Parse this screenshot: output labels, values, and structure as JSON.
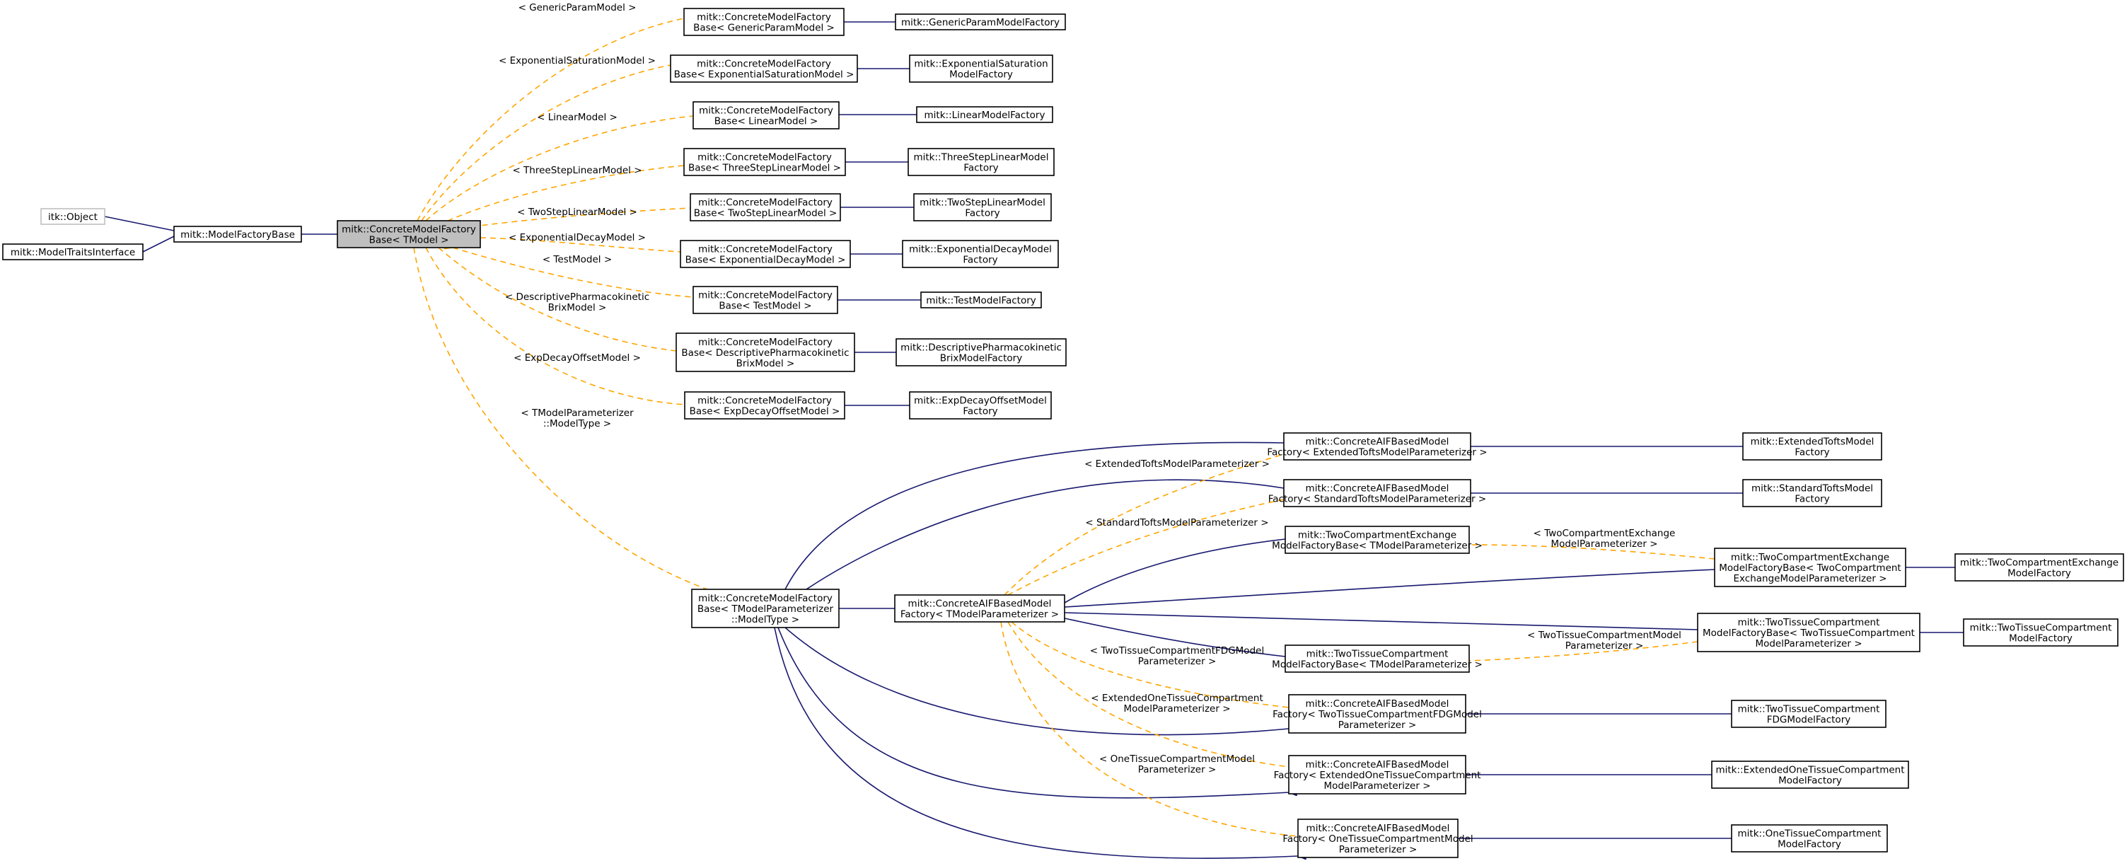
{
  "diagram": {
    "colors": {
      "inheritance": "#191970",
      "template": "#ffa500",
      "focus_fill": "#bfbfbf",
      "external_border": "#bfbfbf"
    },
    "nodes": [
      {
        "id": "itkobject",
        "lines": [
          "itk::Object"
        ],
        "style": "gray",
        "link": false
      },
      {
        "id": "traits",
        "lines": [
          "mitk::ModelTraitsInterface"
        ],
        "style": "normal",
        "link": true
      },
      {
        "id": "mfb",
        "lines": [
          "mitk::ModelFactoryBase"
        ],
        "style": "normal",
        "link": true
      },
      {
        "id": "cmfb",
        "lines": [
          "mitk::ConcreteModelFactory",
          "Base< TModel >"
        ],
        "style": "focus",
        "link": false
      },
      {
        "id": "g_c",
        "lines": [
          "mitk::ConcreteModelFactory",
          "Base< GenericParamModel >"
        ],
        "style": "normal",
        "link": true
      },
      {
        "id": "g_f",
        "lines": [
          "mitk::GenericParamModelFactory"
        ],
        "style": "normal",
        "link": true
      },
      {
        "id": "es_c",
        "lines": [
          "mitk::ConcreteModelFactory",
          "Base< ExponentialSaturationModel >"
        ],
        "style": "normal",
        "link": true
      },
      {
        "id": "es_f",
        "lines": [
          "mitk::ExponentialSaturation",
          "ModelFactory"
        ],
        "style": "normal",
        "link": true
      },
      {
        "id": "lin_c",
        "lines": [
          "mitk::ConcreteModelFactory",
          "Base< LinearModel >"
        ],
        "style": "normal",
        "link": true
      },
      {
        "id": "lin_f",
        "lines": [
          "mitk::LinearModelFactory"
        ],
        "style": "normal",
        "link": true
      },
      {
        "id": "tsl_c",
        "lines": [
          "mitk::ConcreteModelFactory",
          "Base< ThreeStepLinearModel >"
        ],
        "style": "normal",
        "link": true
      },
      {
        "id": "tsl_f",
        "lines": [
          "mitk::ThreeStepLinearModel",
          "Factory"
        ],
        "style": "normal",
        "link": true
      },
      {
        "id": "twsl_c",
        "lines": [
          "mitk::ConcreteModelFactory",
          "Base< TwoStepLinearModel >"
        ],
        "style": "normal",
        "link": true
      },
      {
        "id": "twsl_f",
        "lines": [
          "mitk::TwoStepLinearModel",
          "Factory"
        ],
        "style": "normal",
        "link": true
      },
      {
        "id": "ed_c",
        "lines": [
          "mitk::ConcreteModelFactory",
          "Base< ExponentialDecayModel >"
        ],
        "style": "normal",
        "link": true
      },
      {
        "id": "ed_f",
        "lines": [
          "mitk::ExponentialDecayModel",
          "Factory"
        ],
        "style": "normal",
        "link": true
      },
      {
        "id": "test_c",
        "lines": [
          "mitk::ConcreteModelFactory",
          "Base< TestModel >"
        ],
        "style": "normal",
        "link": true
      },
      {
        "id": "test_f",
        "lines": [
          "mitk::TestModelFactory"
        ],
        "style": "normal",
        "link": true
      },
      {
        "id": "dp_c",
        "lines": [
          "mitk::ConcreteModelFactory",
          "Base< DescriptivePharmacokinetic",
          "BrixModel >"
        ],
        "style": "normal",
        "link": true
      },
      {
        "id": "dp_f",
        "lines": [
          "mitk::DescriptivePharmacokinetic",
          "BrixModelFactory"
        ],
        "style": "normal",
        "link": true
      },
      {
        "id": "edo_c",
        "lines": [
          "mitk::ConcreteModelFactory",
          "Base< ExpDecayOffsetModel >"
        ],
        "style": "normal",
        "link": true
      },
      {
        "id": "edo_f",
        "lines": [
          "mitk::ExpDecayOffsetModel",
          "Factory"
        ],
        "style": "normal",
        "link": true
      },
      {
        "id": "tmp_c",
        "lines": [
          "mitk::ConcreteModelFactory",
          "Base< TModelParameterizer",
          "::ModelType >"
        ],
        "style": "normal",
        "link": true
      },
      {
        "id": "aif",
        "lines": [
          "mitk::ConcreteAIFBasedModel",
          "Factory< TModelParameterizer >"
        ],
        "style": "normal",
        "link": true
      },
      {
        "id": "ext_c",
        "lines": [
          "mitk::ConcreteAIFBasedModel",
          "Factory< ExtendedToftsModelParameterizer >"
        ],
        "style": "normal",
        "link": true
      },
      {
        "id": "ext_f",
        "lines": [
          "mitk::ExtendedToftsModel",
          "Factory"
        ],
        "style": "normal",
        "link": true
      },
      {
        "id": "std_c",
        "lines": [
          "mitk::ConcreteAIFBasedModel",
          "Factory< StandardToftsModelParameterizer >"
        ],
        "style": "normal",
        "link": true
      },
      {
        "id": "std_f",
        "lines": [
          "mitk::StandardToftsModel",
          "Factory"
        ],
        "style": "normal",
        "link": true
      },
      {
        "id": "tce_base",
        "lines": [
          "mitk::TwoCompartmentExchange",
          "ModelFactoryBase< TModelParameterizer >"
        ],
        "style": "normal",
        "link": true
      },
      {
        "id": "tce_c",
        "lines": [
          "mitk::TwoCompartmentExchange",
          "ModelFactoryBase< TwoCompartment",
          "ExchangeModelParameterizer >"
        ],
        "style": "normal",
        "link": true
      },
      {
        "id": "tce_f",
        "lines": [
          "mitk::TwoCompartmentExchange",
          "ModelFactory"
        ],
        "style": "normal",
        "link": true
      },
      {
        "id": "ttc_base",
        "lines": [
          "mitk::TwoTissueCompartment",
          "ModelFactoryBase< TModelParameterizer >"
        ],
        "style": "normal",
        "link": true
      },
      {
        "id": "ttc_c",
        "lines": [
          "mitk::TwoTissueCompartment",
          "ModelFactoryBase< TwoTissueCompartment",
          "ModelParameterizer >"
        ],
        "style": "normal",
        "link": true
      },
      {
        "id": "ttc_f",
        "lines": [
          "mitk::TwoTissueCompartment",
          "ModelFactory"
        ],
        "style": "normal",
        "link": true
      },
      {
        "id": "fdg_c",
        "lines": [
          "mitk::ConcreteAIFBasedModel",
          "Factory< TwoTissueCompartmentFDGModel",
          "Parameterizer >"
        ],
        "style": "normal",
        "link": true
      },
      {
        "id": "fdg_f",
        "lines": [
          "mitk::TwoTissueCompartment",
          "FDGModelFactory"
        ],
        "style": "normal",
        "link": true
      },
      {
        "id": "eotc_c",
        "lines": [
          "mitk::ConcreteAIFBasedModel",
          "Factory< ExtendedOneTissueCompartment",
          "ModelParameterizer >"
        ],
        "style": "normal",
        "link": true
      },
      {
        "id": "eotc_f",
        "lines": [
          "mitk::ExtendedOneTissueCompartment",
          "ModelFactory"
        ],
        "style": "normal",
        "link": true
      },
      {
        "id": "otc_c",
        "lines": [
          "mitk::ConcreteAIFBasedModel",
          "Factory< OneTissueCompartmentModel",
          "Parameterizer >"
        ],
        "style": "normal",
        "link": true
      },
      {
        "id": "otc_f",
        "lines": [
          "mitk::OneTissueCompartment",
          "ModelFactory"
        ],
        "style": "normal",
        "link": true
      }
    ],
    "edge_labels": [
      {
        "id": "lbl_g",
        "lines": [
          "< GenericParamModel >"
        ]
      },
      {
        "id": "lbl_es",
        "lines": [
          "< ExponentialSaturationModel >"
        ]
      },
      {
        "id": "lbl_lin",
        "lines": [
          "< LinearModel >"
        ]
      },
      {
        "id": "lbl_tsl",
        "lines": [
          "< ThreeStepLinearModel >"
        ]
      },
      {
        "id": "lbl_twsl",
        "lines": [
          "< TwoStepLinearModel >"
        ]
      },
      {
        "id": "lbl_ed",
        "lines": [
          "< ExponentialDecayModel >"
        ]
      },
      {
        "id": "lbl_test",
        "lines": [
          "< TestModel >"
        ]
      },
      {
        "id": "lbl_dp",
        "lines": [
          "< DescriptivePharmacokinetic",
          "BrixModel >"
        ]
      },
      {
        "id": "lbl_edo",
        "lines": [
          "< ExpDecayOffsetModel >"
        ]
      },
      {
        "id": "lbl_tmp",
        "lines": [
          "< TModelParameterizer",
          "::ModelType >"
        ]
      },
      {
        "id": "lbl_ext",
        "lines": [
          "< ExtendedToftsModelParameterizer >"
        ]
      },
      {
        "id": "lbl_std",
        "lines": [
          "< StandardToftsModelParameterizer >"
        ]
      },
      {
        "id": "lbl_tce",
        "lines": [
          "< TwoCompartmentExchange",
          "ModelParameterizer >"
        ]
      },
      {
        "id": "lbl_ttc",
        "lines": [
          "< TwoTissueCompartmentModel",
          "Parameterizer >"
        ]
      },
      {
        "id": "lbl_fdg",
        "lines": [
          "< TwoTissueCompartmentFDGModel",
          "Parameterizer >"
        ]
      },
      {
        "id": "lbl_eotc",
        "lines": [
          "< ExtendedOneTissueCompartment",
          "ModelParameterizer >"
        ]
      },
      {
        "id": "lbl_otc",
        "lines": [
          "< OneTissueCompartmentModel",
          "Parameterizer >"
        ]
      }
    ],
    "edges": [
      {
        "from": "traits",
        "to": "mfb",
        "kind": "inheritance"
      },
      {
        "from": "itkobject",
        "to": "mfb",
        "kind": "inheritance"
      },
      {
        "from": "mfb",
        "to": "cmfb",
        "kind": "inheritance"
      },
      {
        "from": "cmfb",
        "to": "g_c",
        "kind": "template",
        "label": "lbl_g"
      },
      {
        "from": "cmfb",
        "to": "es_c",
        "kind": "template",
        "label": "lbl_es"
      },
      {
        "from": "cmfb",
        "to": "lin_c",
        "kind": "template",
        "label": "lbl_lin"
      },
      {
        "from": "cmfb",
        "to": "tsl_c",
        "kind": "template",
        "label": "lbl_tsl"
      },
      {
        "from": "cmfb",
        "to": "twsl_c",
        "kind": "template",
        "label": "lbl_twsl"
      },
      {
        "from": "cmfb",
        "to": "ed_c",
        "kind": "template",
        "label": "lbl_ed"
      },
      {
        "from": "cmfb",
        "to": "test_c",
        "kind": "template",
        "label": "lbl_test"
      },
      {
        "from": "cmfb",
        "to": "dp_c",
        "kind": "template",
        "label": "lbl_dp"
      },
      {
        "from": "cmfb",
        "to": "edo_c",
        "kind": "template",
        "label": "lbl_edo"
      },
      {
        "from": "cmfb",
        "to": "tmp_c",
        "kind": "template",
        "label": "lbl_tmp"
      },
      {
        "from": "g_c",
        "to": "g_f",
        "kind": "inheritance"
      },
      {
        "from": "es_c",
        "to": "es_f",
        "kind": "inheritance"
      },
      {
        "from": "lin_c",
        "to": "lin_f",
        "kind": "inheritance"
      },
      {
        "from": "tsl_c",
        "to": "tsl_f",
        "kind": "inheritance"
      },
      {
        "from": "twsl_c",
        "to": "twsl_f",
        "kind": "inheritance"
      },
      {
        "from": "ed_c",
        "to": "ed_f",
        "kind": "inheritance"
      },
      {
        "from": "test_c",
        "to": "test_f",
        "kind": "inheritance"
      },
      {
        "from": "dp_c",
        "to": "dp_f",
        "kind": "inheritance"
      },
      {
        "from": "edo_c",
        "to": "edo_f",
        "kind": "inheritance"
      },
      {
        "from": "tmp_c",
        "to": "aif",
        "kind": "inheritance"
      },
      {
        "from": "tmp_c",
        "to": "ext_c",
        "kind": "inheritance"
      },
      {
        "from": "tmp_c",
        "to": "std_c",
        "kind": "inheritance"
      },
      {
        "from": "tmp_c",
        "to": "fdg_c",
        "kind": "inheritance"
      },
      {
        "from": "tmp_c",
        "to": "eotc_c",
        "kind": "inheritance"
      },
      {
        "from": "tmp_c",
        "to": "otc_c",
        "kind": "inheritance"
      },
      {
        "from": "aif",
        "to": "ext_c",
        "kind": "template",
        "label": "lbl_ext"
      },
      {
        "from": "aif",
        "to": "std_c",
        "kind": "template",
        "label": "lbl_std"
      },
      {
        "from": "aif",
        "to": "tce_base",
        "kind": "inheritance"
      },
      {
        "from": "aif",
        "to": "tce_c",
        "kind": "inheritance"
      },
      {
        "from": "aif",
        "to": "ttc_c",
        "kind": "inheritance"
      },
      {
        "from": "aif",
        "to": "ttc_base",
        "kind": "inheritance"
      },
      {
        "from": "aif",
        "to": "fdg_c",
        "kind": "template",
        "label": "lbl_fdg"
      },
      {
        "from": "aif",
        "to": "eotc_c",
        "kind": "template",
        "label": "lbl_eotc"
      },
      {
        "from": "aif",
        "to": "otc_c",
        "kind": "template",
        "label": "lbl_otc"
      },
      {
        "from": "tce_base",
        "to": "tce_c",
        "kind": "template",
        "label": "lbl_tce"
      },
      {
        "from": "ttc_base",
        "to": "ttc_c",
        "kind": "template",
        "label": "lbl_ttc"
      },
      {
        "from": "ext_c",
        "to": "ext_f",
        "kind": "inheritance"
      },
      {
        "from": "std_c",
        "to": "std_f",
        "kind": "inheritance"
      },
      {
        "from": "tce_c",
        "to": "tce_f",
        "kind": "inheritance"
      },
      {
        "from": "ttc_c",
        "to": "ttc_f",
        "kind": "inheritance"
      },
      {
        "from": "fdg_c",
        "to": "fdg_f",
        "kind": "inheritance"
      },
      {
        "from": "eotc_c",
        "to": "eotc_f",
        "kind": "inheritance"
      },
      {
        "from": "otc_c",
        "to": "otc_f",
        "kind": "inheritance"
      }
    ]
  }
}
